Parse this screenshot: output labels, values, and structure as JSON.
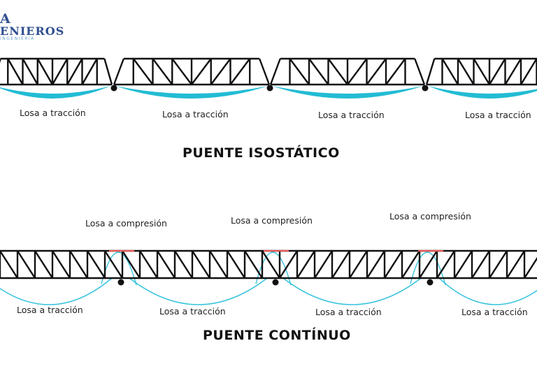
{
  "logo": {
    "line1": "A",
    "line2": "ENIEROS",
    "line3": "INGENIERÍA"
  },
  "isostatic": {
    "title": "PUENTE ISOSTÁTICO",
    "tension_labels": [
      "Losa a tracción",
      "Losa a tracción",
      "Losa a tracción",
      "Losa a tracción"
    ]
  },
  "continuous": {
    "title": "PUENTE CONTÍNUO",
    "tension_labels": [
      "Losa a tracción",
      "Losa a tracción",
      "Losa a tracción",
      "Losa a tracción"
    ],
    "compression_labels": [
      "Losa a compresión",
      "Losa a compresión",
      "Losa a compresión"
    ]
  },
  "colors": {
    "truss": "#111111",
    "tension_fill": "#22bcd4",
    "tension_line": "#36c3dc",
    "compression": "#e85a5a",
    "logo": "#2f4f8f"
  }
}
